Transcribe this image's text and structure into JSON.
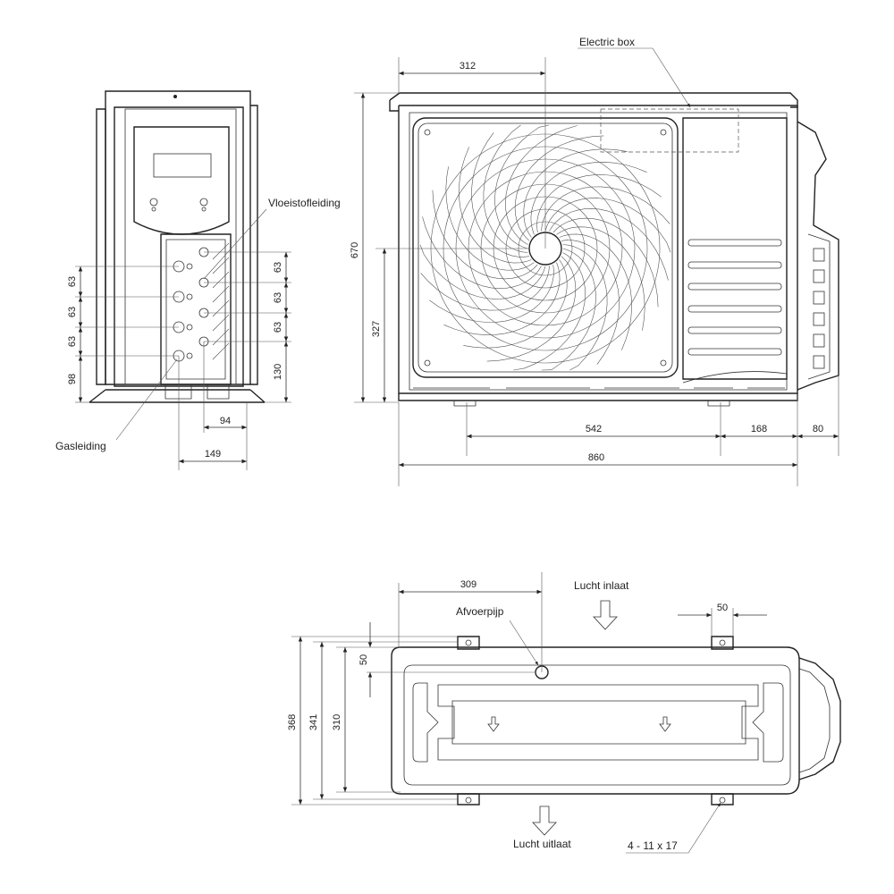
{
  "labels": {
    "liquid_pipe": "Vloeistofleiding",
    "gas_pipe": "Gasleiding",
    "electric_box": "Electric box",
    "air_inlet": "Lucht inlaat",
    "air_outlet": "Lucht uitlaat",
    "drain_pipe": "Afvoerpijp",
    "mount_holes": "4 - 11 x 17"
  },
  "side_view": {
    "left_dims": [
      "63",
      "63",
      "63",
      "98"
    ],
    "right_dims": [
      "63",
      "63",
      "63",
      "130"
    ],
    "bottom_dims": [
      "94",
      "149"
    ]
  },
  "front_view": {
    "fan_offset": "312",
    "height": "670",
    "fan_center_height": "327",
    "foot_spacing": "542",
    "side_offset": "168",
    "valve_depth": "80",
    "width": "860"
  },
  "top_view": {
    "drain_offset": "309",
    "foot_width": "50",
    "edge_offset": "50",
    "depth_total": "368",
    "depth_feet": "341",
    "depth_body": "310"
  }
}
